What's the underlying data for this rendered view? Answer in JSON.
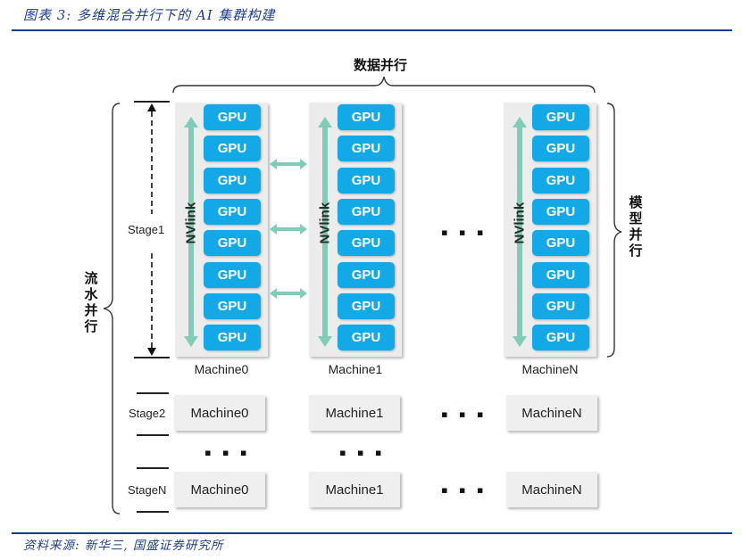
{
  "header": {
    "title": "图表 3:  多维混合并行下的 AI 集群构建"
  },
  "footer": {
    "source": "资料来源:  新华三,  国盛证券研究所"
  },
  "colors": {
    "accent_rule": "#0f3e8f",
    "gpu": "#12a9e6",
    "nvlink_arrow": "#7fcdb8",
    "panel": "#ececec"
  },
  "diagram": {
    "data_parallel_label": "数据并行",
    "model_parallel_label": "模型并行",
    "pipeline_parallel_label": "流水并行",
    "ellipsis": "▪ ▪ ▪",
    "stage1": {
      "label": "Stage1",
      "machines": [
        {
          "name": "Machine0",
          "nvlink": "NVlink",
          "gpus": [
            "GPU",
            "GPU",
            "GPU",
            "GPU",
            "GPU",
            "GPU",
            "GPU",
            "GPU"
          ]
        },
        {
          "name": "Machine1",
          "nvlink": "NVlink",
          "gpus": [
            "GPU",
            "GPU",
            "GPU",
            "GPU",
            "GPU",
            "GPU",
            "GPU",
            "GPU"
          ]
        },
        {
          "name": "MachineN",
          "nvlink": "NVlink",
          "gpus": [
            "GPU",
            "GPU",
            "GPU",
            "GPU",
            "GPU",
            "GPU",
            "GPU",
            "GPU"
          ]
        }
      ]
    },
    "stage2": {
      "label": "Stage2",
      "machines": [
        "Machine0",
        "Machine1",
        "MachineN"
      ]
    },
    "stageN": {
      "label": "StageN",
      "machines": [
        "Machine0",
        "Machine1",
        "MachineN"
      ]
    }
  }
}
